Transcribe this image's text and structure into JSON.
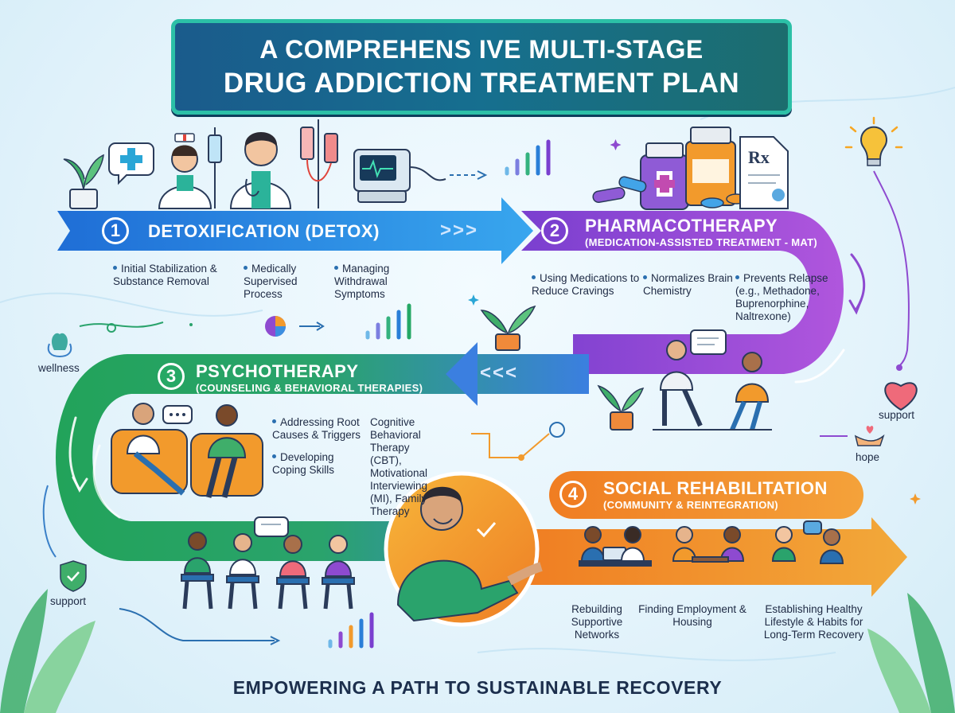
{
  "title": {
    "line1": "A COMPREHENS IVE MULTI-STAGE",
    "line2": "DRUG ADDICTION TREATMENT PLAN"
  },
  "colors": {
    "detox": "#2a7fd8",
    "pharma": "#8e4ad0",
    "psycho": "#26a865",
    "social": "#ef8a2b",
    "banner": "#1a5b8c"
  },
  "stages": [
    {
      "number": "1",
      "title": "DETOXIFICATION (DETOX)",
      "chevrons": ">>>",
      "bullets": [
        "Initial Stabilization & Substance Removal",
        "Medically Supervised Process",
        "Managing Withdrawal Symptoms"
      ]
    },
    {
      "number": "2",
      "title": "PHARMACOTHERAPY",
      "subtitle": "(MEDICATION-ASSISTED TREATMENT - MAT)",
      "bullets": [
        "Using Medications to Reduce Cravings",
        "Normalizes Brain Chemistry",
        "Prevents Relapse (e.g., Methadone, Buprenorphine, Naltrexone)"
      ]
    },
    {
      "number": "3",
      "title": "PSYCHOTHERAPY",
      "subtitle": "(COUNSELING & BEHAVIORAL THERAPIES)",
      "chevrons": "<<<",
      "bullets": [
        "Addressing Root Causes & Triggers",
        "Developing Coping Skills",
        "Cognitive Behavioral Therapy (CBT), Motivational Interviewing (MI), Family Therapy"
      ]
    },
    {
      "number": "4",
      "title": "SOCIAL REHABILITATION",
      "subtitle": "(COMMUNITY & REINTEGRATION)",
      "bullets": [
        "Rebuilding Supportive Networks",
        "Finding Employment & Housing",
        "Establishing Healthy Lifestyle & Habits for Long-Term Recovery"
      ]
    }
  ],
  "side_labels": {
    "wellness": "wellness",
    "support_right": "support",
    "hope": "hope",
    "support_left": "support"
  },
  "icons": {
    "medical_cross": "medical-cross-icon",
    "rx": "Rx",
    "lightbulb": "lightbulb-icon",
    "heart": "heart-icon",
    "shield": "shield-check-icon"
  },
  "footer": "EMPOWERING A PATH TO SUSTAINABLE RECOVERY"
}
